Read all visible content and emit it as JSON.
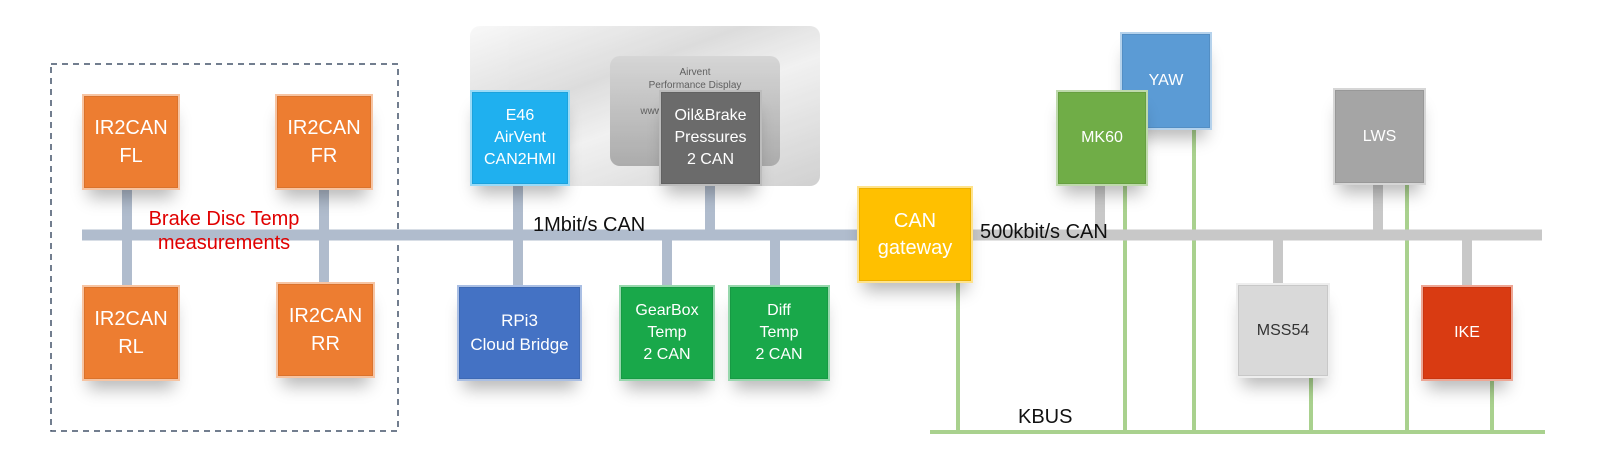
{
  "buses": {
    "can_1mbit": "1Mbit/s CAN",
    "can_500kbit": "500kbit/s CAN",
    "kbus": "KBUS"
  },
  "group": {
    "label": "Brake Disc Temp\nmeasurements"
  },
  "photo": {
    "text": "Airvent\nPerformance Display\nE46 M3\nwww.airvent-display.com"
  },
  "nodes": {
    "ir_fl": "IR2CAN\nFL",
    "ir_fr": "IR2CAN\nFR",
    "ir_rl": "IR2CAN\nRL",
    "ir_rr": "IR2CAN\nRR",
    "e46": "E46\nAirVent\nCAN2HMI",
    "oil": "Oil&Brake\nPressures\n2 CAN",
    "rpi": "RPi3\nCloud Bridge",
    "gearbox": "GearBox\nTemp\n2 CAN",
    "diff": "Diff\nTemp\n2 CAN",
    "gateway": "CAN\ngateway",
    "mk60": "MK60",
    "yaw": "YAW",
    "lws": "LWS",
    "mss54": "MSS54",
    "ike": "IKE"
  },
  "colors": {
    "orange": "#ed7d31",
    "light_blue": "#1fb0ef",
    "dark_gray": "#6b6b6b",
    "royal_blue": "#4472c4",
    "green": "#19a84a",
    "gold": "#ffc000",
    "olive_green": "#70ad47",
    "sky_blue": "#5b9bd5",
    "light_gray": "#a5a5a5",
    "red": "#d93b12",
    "can_bus": "#b0bccd",
    "can_bus_right": "#c8c8c8",
    "kbus": "#a9d18e",
    "group_border": "#44546a",
    "group_text": "#e00000"
  }
}
